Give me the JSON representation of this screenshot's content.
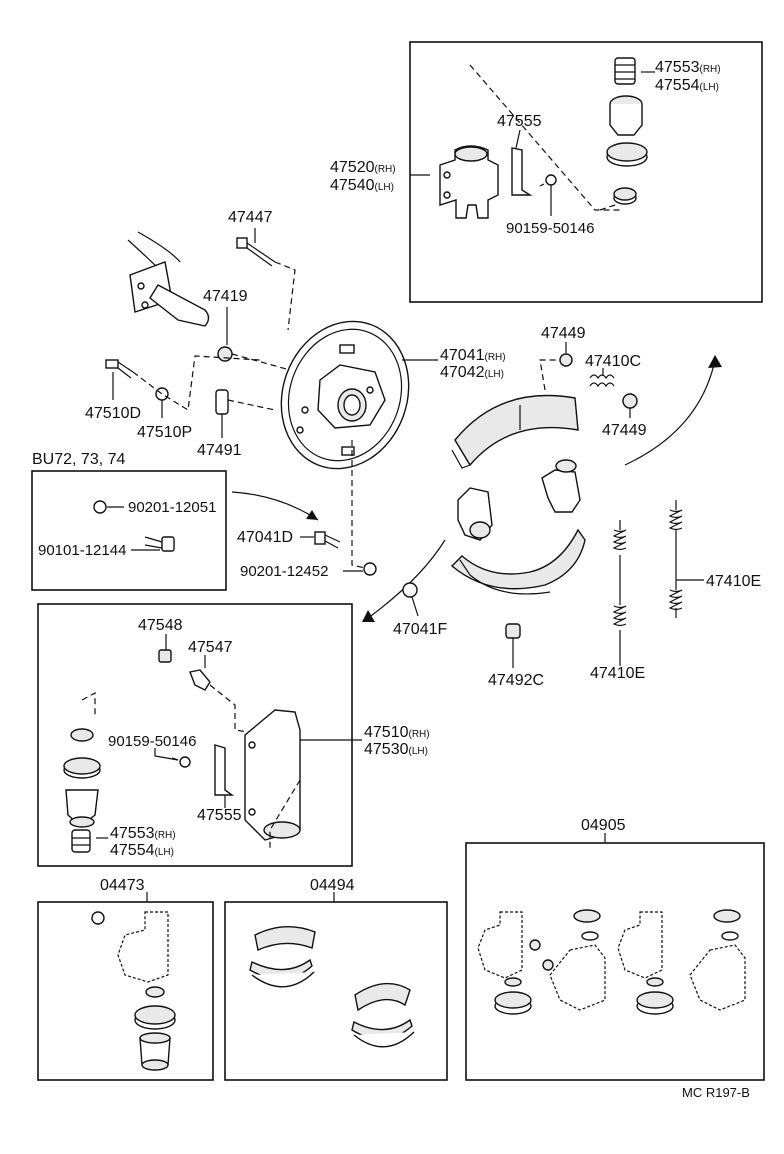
{
  "labels": {
    "p47553_rh_top": "47553",
    "p47554_lh_top": "47554",
    "p47555_top": "47555",
    "p47520": "47520",
    "p47540": "47540",
    "p90159_top": "90159-50146",
    "p47447": "47447",
    "p47419": "47419",
    "p47041": "47041",
    "p47042": "47042",
    "p47449_a": "47449",
    "p47410c": "47410C",
    "p47449_b": "47449",
    "p47510d": "47510D",
    "p47510p": "47510P",
    "p47491": "47491",
    "bu_header": "BU72, 73, 74",
    "p90201_12051": "90201-12051",
    "p90101_12144": "90101-12144",
    "p47041d": "47041D",
    "p90201_12452": "90201-12452",
    "p47410e_right": "47410E",
    "p47548": "47548",
    "p47547": "47547",
    "p47041f": "47041F",
    "p47492c": "47492C",
    "p47410e_bottom": "47410E",
    "p47510": "47510",
    "p47530": "47530",
    "p90159_bottom": "90159-50146",
    "p47555_bottom": "47555",
    "p47553_rh_bottom": "47553",
    "p47554_lh_bottom": "47554",
    "p04905": "04905",
    "p04473": "04473",
    "p04494": "04494",
    "ref_code": "MC R197-B"
  },
  "suffixes": {
    "rh": "(RH)",
    "lh": "(LH)"
  }
}
